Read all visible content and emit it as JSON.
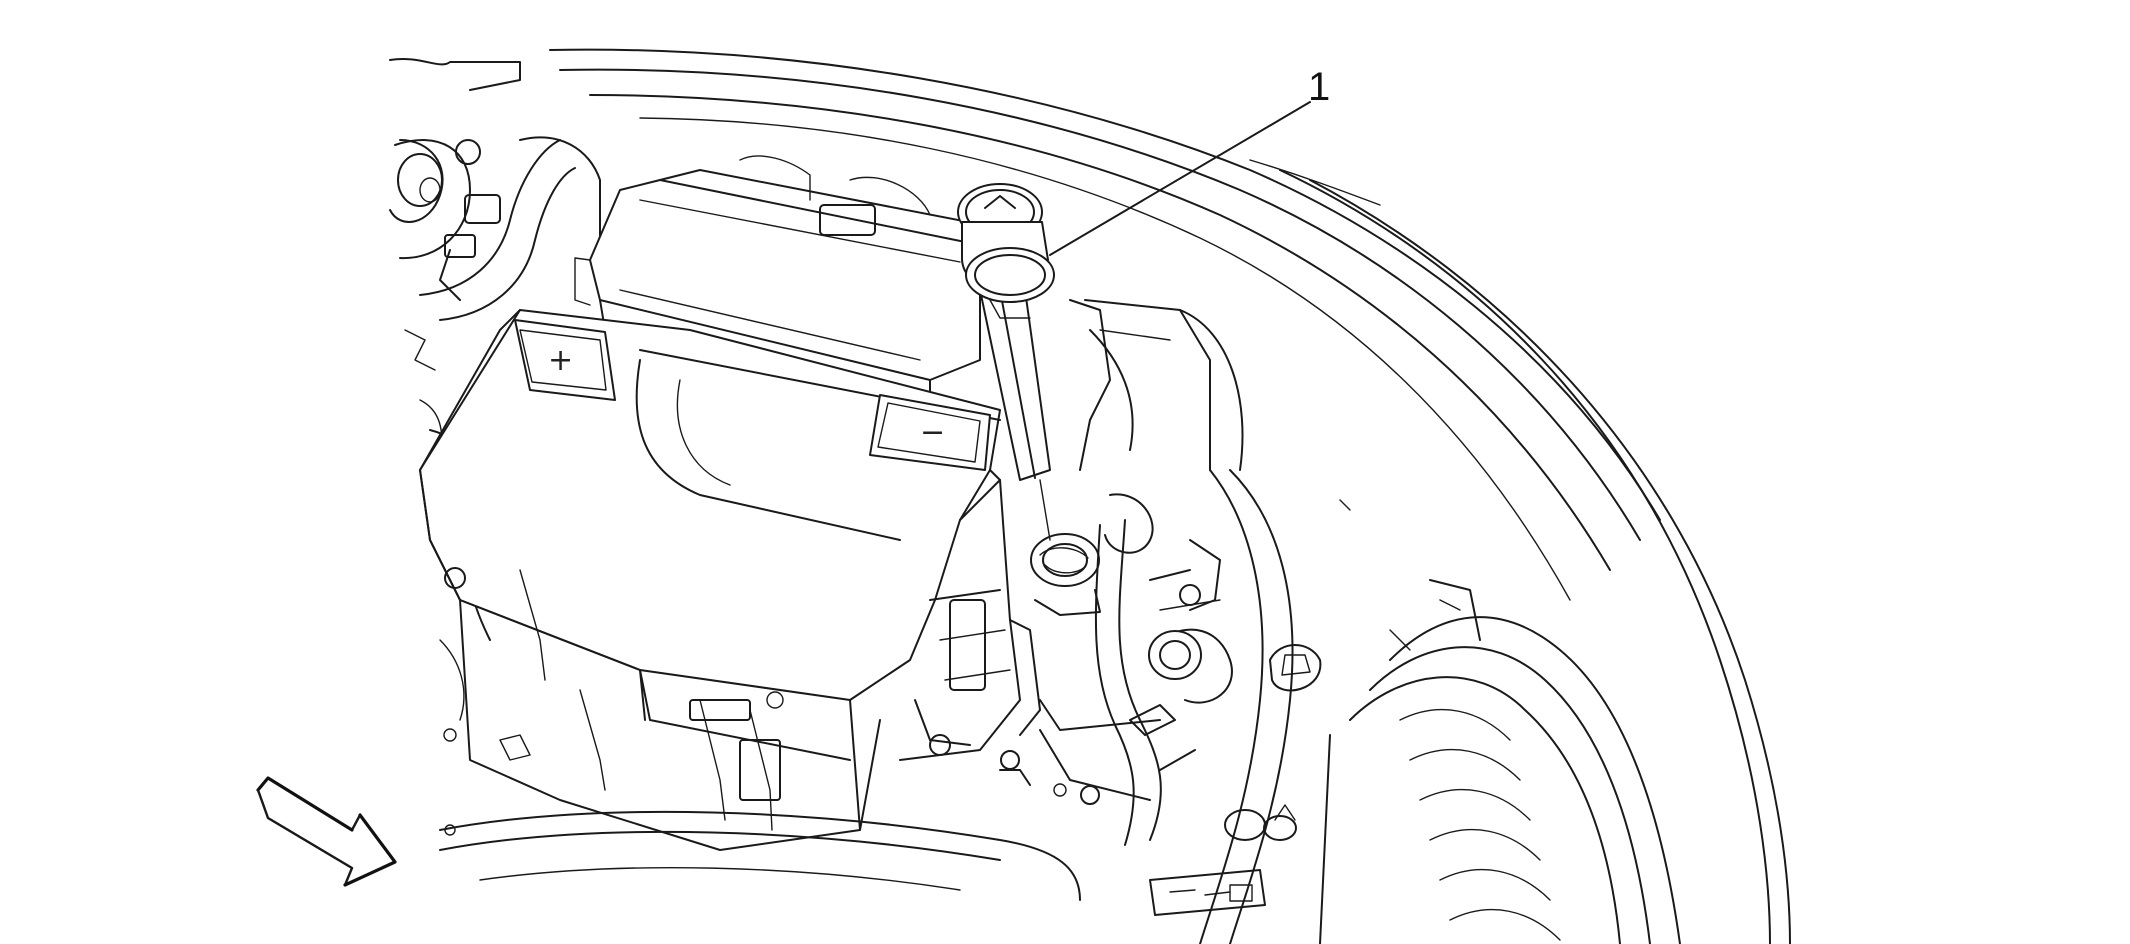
{
  "diagram": {
    "callouts": [
      {
        "id": "1",
        "label": "1",
        "target": "washer-fluid-filler-cap"
      }
    ],
    "battery_terminal_labels": {
      "positive": "+",
      "negative": "−"
    },
    "icons": {
      "front-direction": "front-direction-arrow-icon"
    },
    "colors": {
      "line": "#1a1a1a",
      "background": "#ffffff"
    }
  }
}
